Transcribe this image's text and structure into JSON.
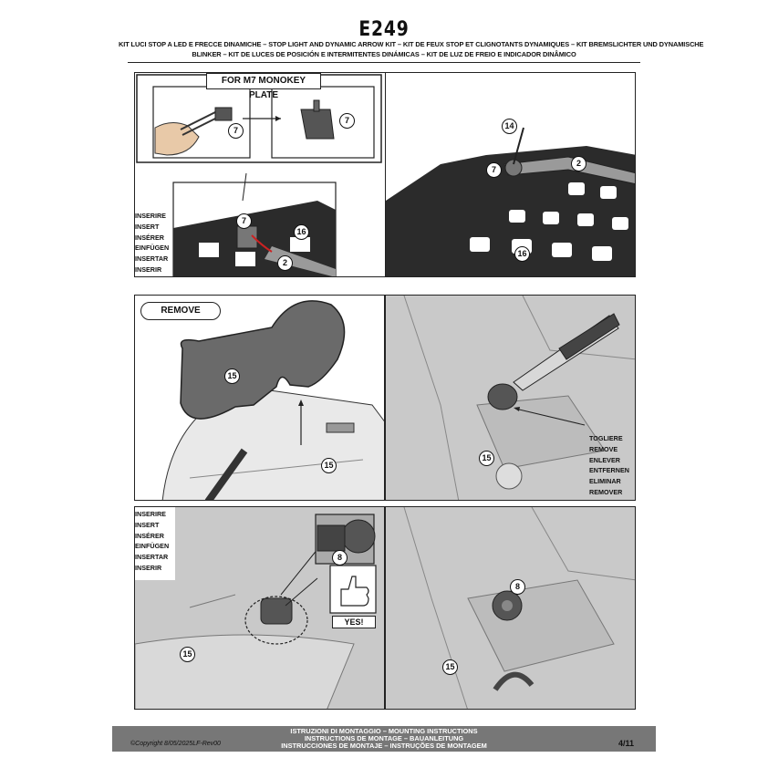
{
  "header": {
    "code": "E249",
    "subtitle_line1": "KIT LUCI STOP A LED E FRECCE DINAMICHE – STOP LIGHT AND DYNAMIC ARROW KIT – KIT DE FEUX STOP ET CLIGNOTANTS DYNAMIQUES – KIT BREMSLICHTER UND DYNAMISCHE",
    "subtitle_line2": "BLINKER – KIT DE LUCES DE POSICIÓN E INTERMITENTES DINÁMICAS – KIT DE LUZ DE FREIO E INDICADOR DINÂMICO"
  },
  "step1": {
    "plate_label": "FOR M7 MONOKEY PLATE",
    "insert_words": [
      "INSERIRE",
      "INSERT",
      "INSÉRER",
      "EINFÜGEN",
      "INSERTAR",
      "INSERIR"
    ],
    "callouts": {
      "seven_a": "7",
      "seven_b": "7",
      "seven_c": "7",
      "sixteen": "16",
      "two": "2"
    }
  },
  "step2": {
    "callouts": {
      "fourteen": "14",
      "seven": "7",
      "two": "2",
      "sixteen": "16"
    }
  },
  "step3": {
    "remove_label": "REMOVE",
    "callouts": {
      "fifteen_a": "15",
      "fifteen_b": "15"
    }
  },
  "step4": {
    "remove_words": [
      "TOGLIERE",
      "REMOVE",
      "ENLEVER",
      "ENTFERNEN",
      "ELIMINAR",
      "REMOVER"
    ],
    "callouts": {
      "fifteen": "15"
    }
  },
  "step5": {
    "insert_words": [
      "INSERIRE",
      "INSERT",
      "INSÉRER",
      "EINFÜGEN",
      "INSERTAR",
      "INSERIR"
    ],
    "yes_label": "YES!",
    "callouts": {
      "eight": "8",
      "fifteen": "15"
    }
  },
  "step6": {
    "callouts": {
      "eight": "8",
      "fifteen": "15"
    }
  },
  "footer": {
    "line1": "ISTRUZIONI DI MONTAGGIO  –  MOUNTING INSTRUCTIONS",
    "line2": "INSTRUCTIONS DE MONTAGE  –  BAUANLEITUNG",
    "line3": "INSTRUCCIONES DE MONTAJE – INSTRUÇÕES DE MONTAGEM",
    "copyright": "©Copyright 8/05/2025LF-Rev00",
    "page": "4/11"
  }
}
